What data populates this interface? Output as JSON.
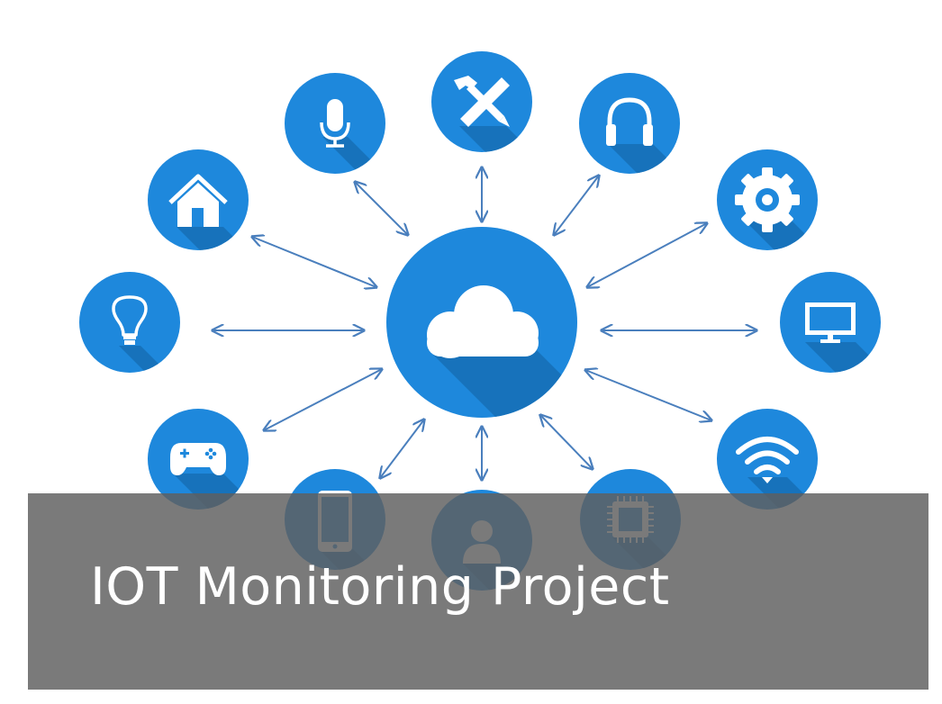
{
  "caption": {
    "title": "IOT Monitoring Project"
  },
  "colors": {
    "node_blue": "#1e88dc",
    "shadow_blue": "#166bb0",
    "arrow_blue": "#4a7fbd",
    "icon_white": "#ffffff",
    "overlay_gray": "#6b6b6b"
  },
  "diagram": {
    "center_icon": "cloud-icon",
    "nodes": [
      {
        "name": "node-home",
        "icon": "home-icon"
      },
      {
        "name": "node-microphone",
        "icon": "microphone-icon"
      },
      {
        "name": "node-tools",
        "icon": "tools-icon"
      },
      {
        "name": "node-headphones",
        "icon": "headphones-icon"
      },
      {
        "name": "node-settings",
        "icon": "gear-icon"
      },
      {
        "name": "node-monitor",
        "icon": "monitor-icon"
      },
      {
        "name": "node-wifi",
        "icon": "wifi-icon"
      },
      {
        "name": "node-chip",
        "icon": "chip-icon"
      },
      {
        "name": "node-user",
        "icon": "user-icon"
      },
      {
        "name": "node-smartphone",
        "icon": "smartphone-icon"
      },
      {
        "name": "node-gamepad",
        "icon": "gamepad-icon"
      },
      {
        "name": "node-lightbulb",
        "icon": "lightbulb-icon"
      }
    ]
  }
}
